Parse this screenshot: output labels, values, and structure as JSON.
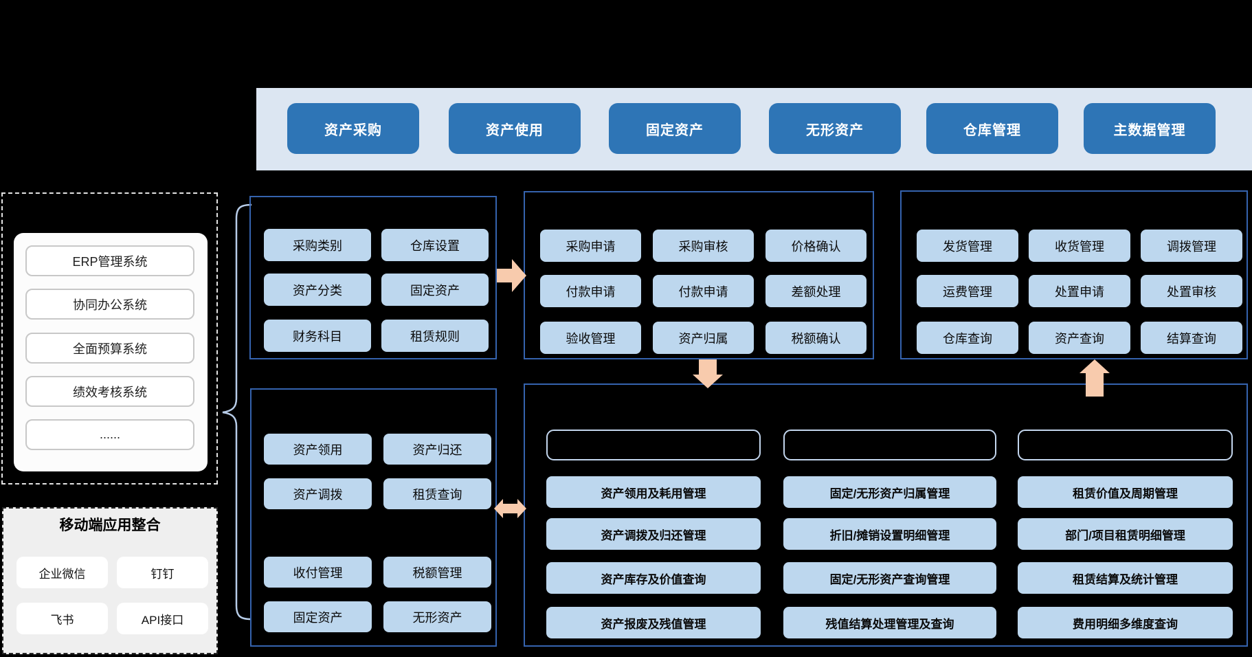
{
  "colors": {
    "page_bg": "#000000",
    "band_bg": "#dce6f2",
    "primary_btn": "#2e75b6",
    "item_fill": "#bdd7ee",
    "box_border": "#3563ae",
    "header_outline": "#c3d6ee",
    "arrow": "#f8cbad",
    "brace": "#b7cce8",
    "mobile_bg": "#efefef"
  },
  "top_band": {
    "buttons": [
      "资产采购",
      "资产使用",
      "固定资产",
      "无形资产",
      "仓库管理",
      "主数据管理"
    ]
  },
  "external_systems": {
    "items": [
      "ERP管理系统",
      "协同办公系统",
      "全面预算系统",
      "绩效考核系统",
      "......"
    ]
  },
  "mobile": {
    "title": "移动端应用整合",
    "buttons": [
      "企业微信",
      "钉钉",
      "飞书",
      "API接口"
    ]
  },
  "base_config": {
    "items": [
      "采购类别",
      "仓库设置",
      "资产分类",
      "固定资产",
      "财务科目",
      "租赁规则"
    ]
  },
  "procurement": {
    "items": [
      "采购申请",
      "采购审核",
      "价格确认",
      "付款申请",
      "付款申请",
      "差额处理",
      "验收管理",
      "资产归属",
      "税额确认"
    ]
  },
  "warehouse": {
    "items": [
      "发货管理",
      "收货管理",
      "调拨管理",
      "运费管理",
      "处置申请",
      "处置审核",
      "仓库查询",
      "资产查询",
      "结算查询"
    ]
  },
  "asset_usage": {
    "items_top": [
      "资产领用",
      "资产归还",
      "资产调拨",
      "租赁查询"
    ],
    "items_bottom": [
      "收付管理",
      "税额管理",
      "固定资产",
      "无形资产"
    ]
  },
  "detail": {
    "col1": [
      "资产领用及耗用管理",
      "资产调拨及归还管理",
      "资产库存及价值查询",
      "资产报废及残值管理"
    ],
    "col2": [
      "固定/无形资产归属管理",
      "折旧/摊销设置明细管理",
      "固定/无形资产查询管理",
      "残值结算处理管理及查询"
    ],
    "col3": [
      "租赁价值及周期管理",
      "部门/项目租赁明细管理",
      "租赁结算及统计管理",
      "费用明细多维度查询"
    ]
  }
}
